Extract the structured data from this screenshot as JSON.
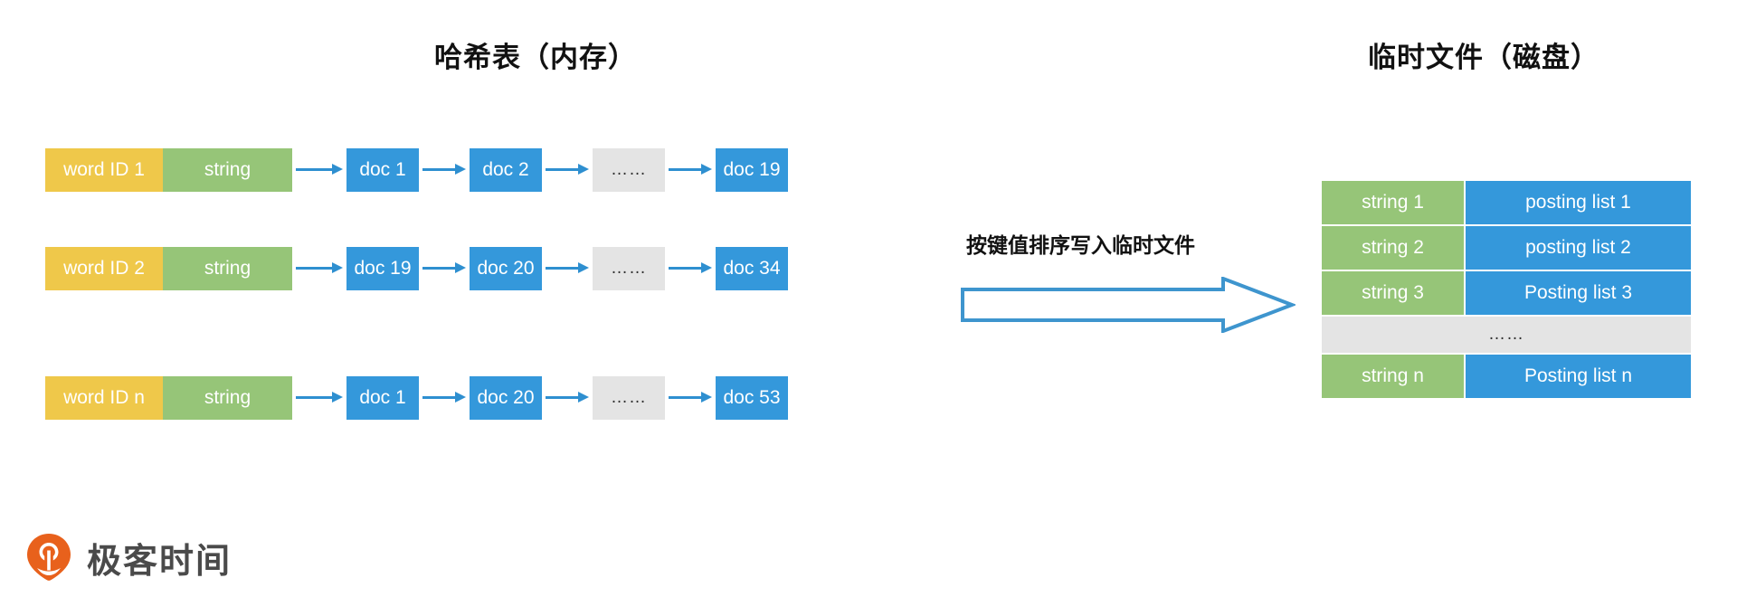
{
  "titles": {
    "hash_table": "哈希表（内存）",
    "temp_file": "临时文件（磁盘）"
  },
  "hash_table": {
    "rows": [
      {
        "word_id": "word ID 1",
        "string": "string",
        "docs": [
          "doc 1",
          "doc 2",
          "……",
          "doc 19"
        ]
      },
      {
        "word_id": "word ID 2",
        "string": "string",
        "docs": [
          "doc 19",
          "doc 20",
          "……",
          "doc 34"
        ]
      },
      {
        "word_id": "word ID n",
        "string": "string",
        "docs": [
          "doc 1",
          "doc 20",
          "……",
          "doc 53"
        ]
      }
    ]
  },
  "transfer": {
    "label": "按键值排序写入临时文件",
    "arrow_icon": "block-right-arrow-icon"
  },
  "temp_file": {
    "rows": [
      {
        "key": "string 1",
        "value": "posting list 1",
        "type": "data"
      },
      {
        "key": "string 2",
        "value": "posting list 2",
        "type": "data"
      },
      {
        "key": "string 3",
        "value": "Posting list 3",
        "type": "data"
      },
      {
        "key": "",
        "value": "……",
        "type": "ellipsis"
      },
      {
        "key": "string n",
        "value": "Posting list n",
        "type": "data"
      }
    ]
  },
  "logo": {
    "text": "极客时间",
    "mark": "geek-time-pin-icon"
  },
  "colors": {
    "word_id_yellow": "#EFC84A",
    "string_green": "#96C578",
    "doc_blue": "#3498DB",
    "ellipsis_gray": "#E4E4E4",
    "arrow_blue": "#2E8FD0",
    "logo_orange": "#E8611C",
    "logo_text_gray": "#4A4A4A",
    "background": "#FFFFFF"
  }
}
